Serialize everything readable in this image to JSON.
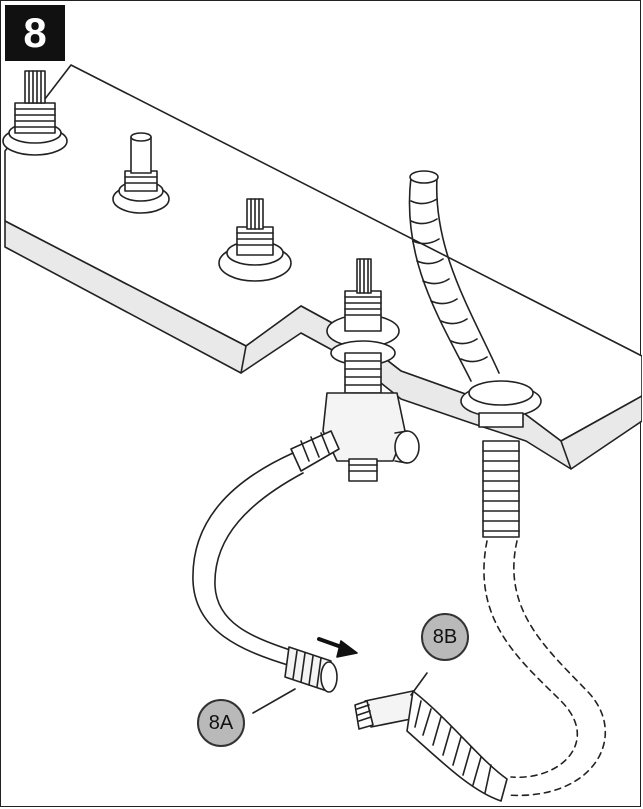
{
  "step": {
    "number": "8"
  },
  "callouts": [
    {
      "id": "8A",
      "label": "8A"
    },
    {
      "id": "8B",
      "label": "8B"
    }
  ],
  "colors": {
    "line": "#222222",
    "callout_fill": "#b9b9b9",
    "badge_fill": "#111111",
    "deck_edge": "#e9e9e9"
  },
  "icons": {
    "arrow": "connect-direction-arrow"
  }
}
